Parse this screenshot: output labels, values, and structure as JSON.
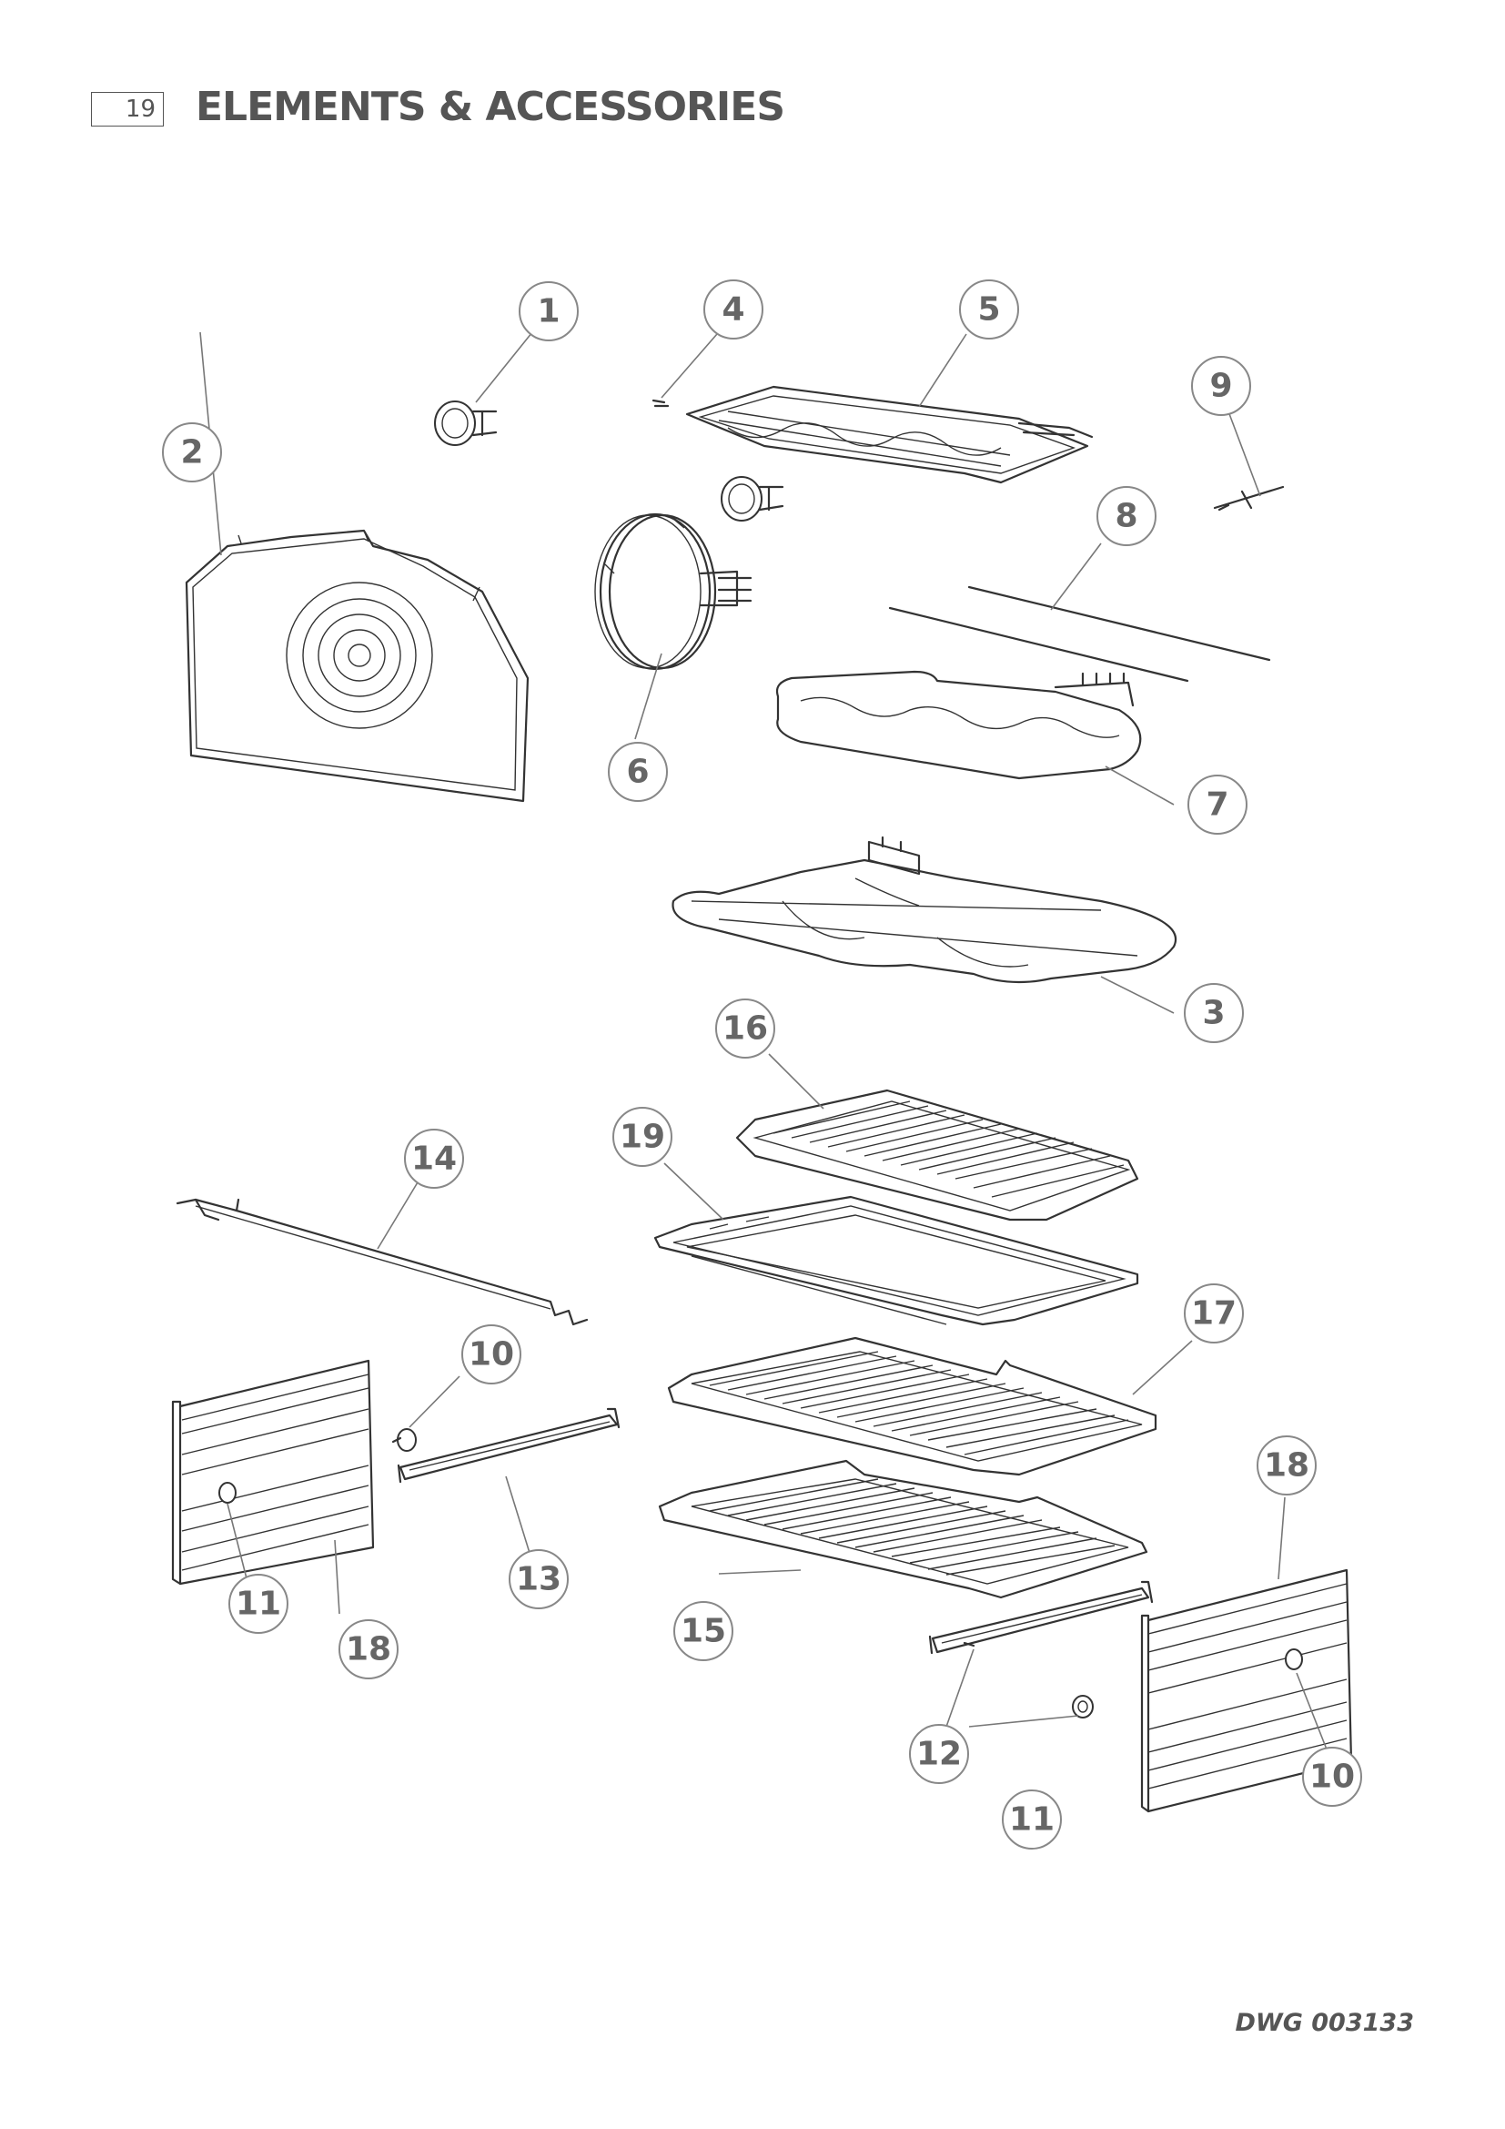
{
  "header": {
    "page_number": "19",
    "title": "ELEMENTS & ACCESSORIES"
  },
  "footer": {
    "drawing_number": "DWG 003133"
  },
  "callouts": {
    "c1": "1",
    "c2": "2",
    "c3": "3",
    "c4": "4",
    "c5": "5",
    "c6": "6",
    "c7": "7",
    "c8": "8",
    "c9": "9",
    "c10a": "10",
    "c10b": "10",
    "c11a": "11",
    "c11b": "11",
    "c12": "12",
    "c13": "13",
    "c14": "14",
    "c15": "15",
    "c16": "16",
    "c17": "17",
    "c18a": "18",
    "c18b": "18",
    "c19": "19"
  }
}
